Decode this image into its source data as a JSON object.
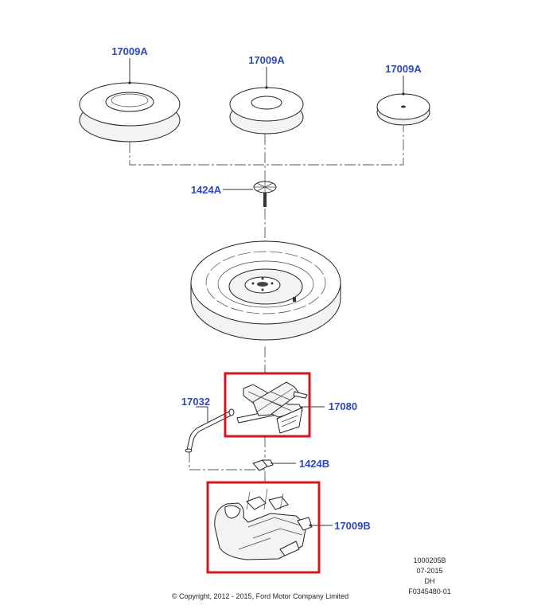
{
  "labels": {
    "wheel_large": "17009A",
    "wheel_medium": "17009A",
    "wheel_small": "17009A",
    "bolt": "1424A",
    "wrench": "17032",
    "jack": "17080",
    "clip": "1424B",
    "tray": "17009B"
  },
  "info": {
    "line1": "1000205B",
    "line2": "07-2015",
    "line3": "DH",
    "line4": "F0345480-01"
  },
  "copyright": "© Copyright, 2012 - 2015, Ford Motor Company Limited",
  "colors": {
    "label": "#2f48b8",
    "highlight": "#d8141e"
  }
}
